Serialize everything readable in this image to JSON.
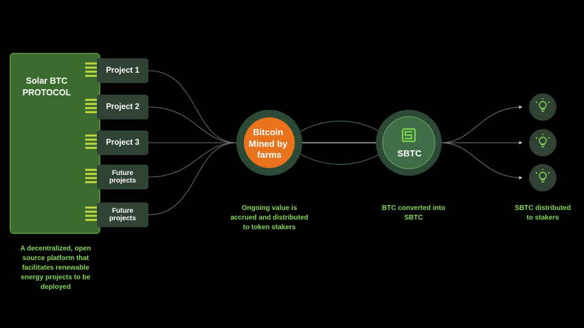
{
  "protocol": {
    "title_line1": "Solar BTC",
    "title_line2": "PROTOCOL"
  },
  "projects": [
    {
      "line1": "Project 1",
      "line2": ""
    },
    {
      "line1": "Project 2",
      "line2": ""
    },
    {
      "line1": "Project 3",
      "line2": ""
    },
    {
      "line1": "Future",
      "line2": "projects"
    },
    {
      "line1": "Future",
      "line2": "projects"
    }
  ],
  "bitcoin_hub": {
    "line1": "Bitcoin",
    "line2": "Mined by",
    "line3": "farms"
  },
  "sbtc_hub": {
    "label": "SBTC"
  },
  "captions": {
    "protocol": [
      "A decentralized, open",
      "source platform that",
      "facilitates renewable",
      "energy projects to be",
      "deployed"
    ],
    "bitcoin": [
      "Ongoing value is",
      "accrued and distributed",
      "to token stakers"
    ],
    "sbtc": [
      "BTC converted into",
      "SBTC"
    ],
    "stakers": [
      "SBTC distributed",
      "to stakers"
    ]
  },
  "colors": {
    "background": "#000000",
    "protocol_green": "#3c6b2f",
    "project_box": "#2f4234",
    "connector_yellow": "#b8d23c",
    "bitcoin_orange": "#e8731c",
    "hub_ring": "#2d4a36",
    "caption_green": "#86d65a"
  },
  "icons": {
    "sbtc_logo": "sbtc-logo-icon",
    "staker": "staker-bulb-icon"
  }
}
